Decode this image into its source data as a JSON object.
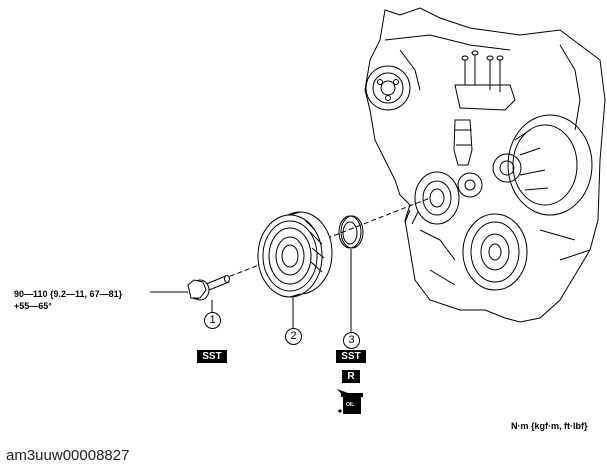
{
  "torque": {
    "line1": "90—110 {9.2—11, 67—81}",
    "line2": "+55—65°"
  },
  "callouts": [
    {
      "num": "1",
      "label": "SST"
    },
    {
      "num": "2"
    },
    {
      "num": "3",
      "label": "SST",
      "replace": "R",
      "oil_label": "OIL"
    }
  ],
  "units": "N·m {kgf·m, ft·lbf}",
  "figure_id": "am3uuw00008827"
}
